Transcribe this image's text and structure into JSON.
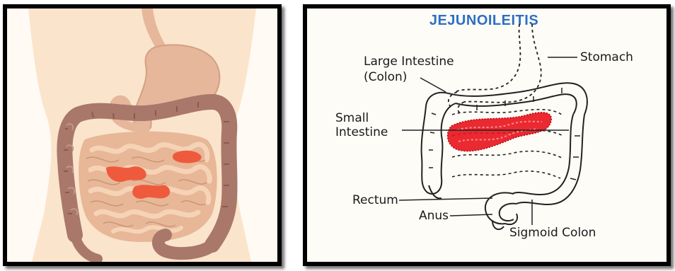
{
  "right_diagram": {
    "title": "JEJUNOILEITIS",
    "labels": {
      "large_intestine_line1": "Large Intestine",
      "large_intestine_line2": "(Colon)",
      "stomach": "Stomach",
      "small_intestine_line1": "Small",
      "small_intestine_line2": "Intestine",
      "rectum": "Rectum",
      "anus": "Anus",
      "sigmoid_colon": "Sigmoid Colon"
    }
  },
  "colors": {
    "skin": "#fbe4cc",
    "colon": "#a9786a",
    "small_intestine": "#e7b797",
    "stomach": "#e6b79a",
    "inflamed_left": "#ef5a3c",
    "inflamed_right": "#e8121b",
    "title_blue": "#2e6fc4"
  }
}
